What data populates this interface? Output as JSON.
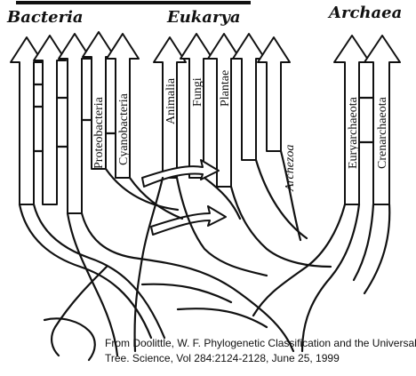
{
  "domains": {
    "bacteria": "Bacteria",
    "eukarya": "Eukarya",
    "archaea": "Archaea"
  },
  "lineages": {
    "proteobacteria": "Proteobacteria",
    "cyanobacteria": "Cyanobacteria",
    "animalia": "Animalia",
    "fungi": "Fungi",
    "plantae": "Plantae",
    "archezoa": "Archezoa",
    "euryarchaeota": "Euryarchaeota",
    "crenarchaeota": "Crenarchaeota"
  },
  "citation": {
    "line1": "From Doolittle, W. F. Phylogenetic Classification and the Universal",
    "line2": "Tree. Science, Vol 284:2124-2128, June 25, 1999"
  }
}
